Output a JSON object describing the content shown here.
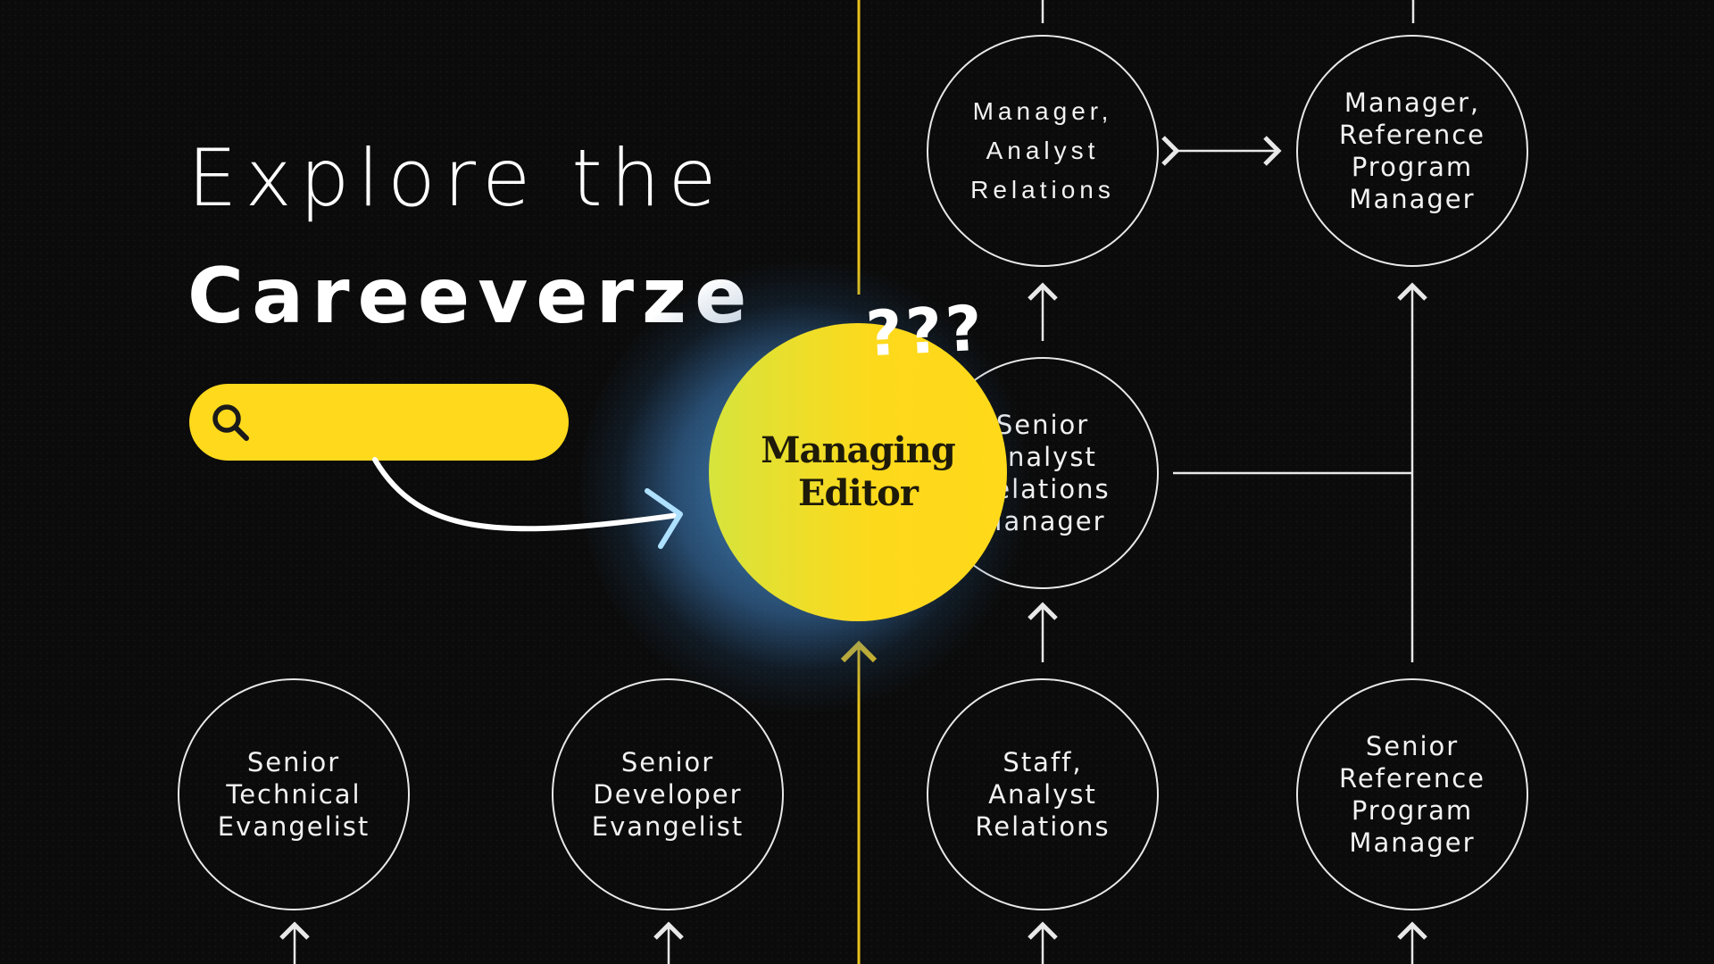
{
  "headline": {
    "line1": "Explore the",
    "line2": "Careeverze"
  },
  "search": {
    "icon": "search-icon",
    "value": ""
  },
  "featured_node": {
    "label": "Managing\nEditor",
    "annotation": "???"
  },
  "nodes": {
    "manager_analyst_relations": "Manager,\nAnalyst\nRelations",
    "manager_reference_program_manager": "Manager,\nReference\nProgram\nManager",
    "senior_analyst_relations_manager": "Senior\nAnalyst\nRelations\nManager",
    "senior_technical_evangelist": "Senior\nTechnical\nEvangelist",
    "senior_developer_evangelist": "Senior\nDeveloper\nEvangelist",
    "staff_analyst_relations": "Staff,\nAnalyst\nRelations",
    "senior_reference_program_manager": "Senior\nReference\nProgram\nManager"
  },
  "colors": {
    "background": "#0b0b0b",
    "accent_yellow": "#ffd91c",
    "node_stroke": "#e8e8e8",
    "glow_blue": "#4b96d2"
  }
}
